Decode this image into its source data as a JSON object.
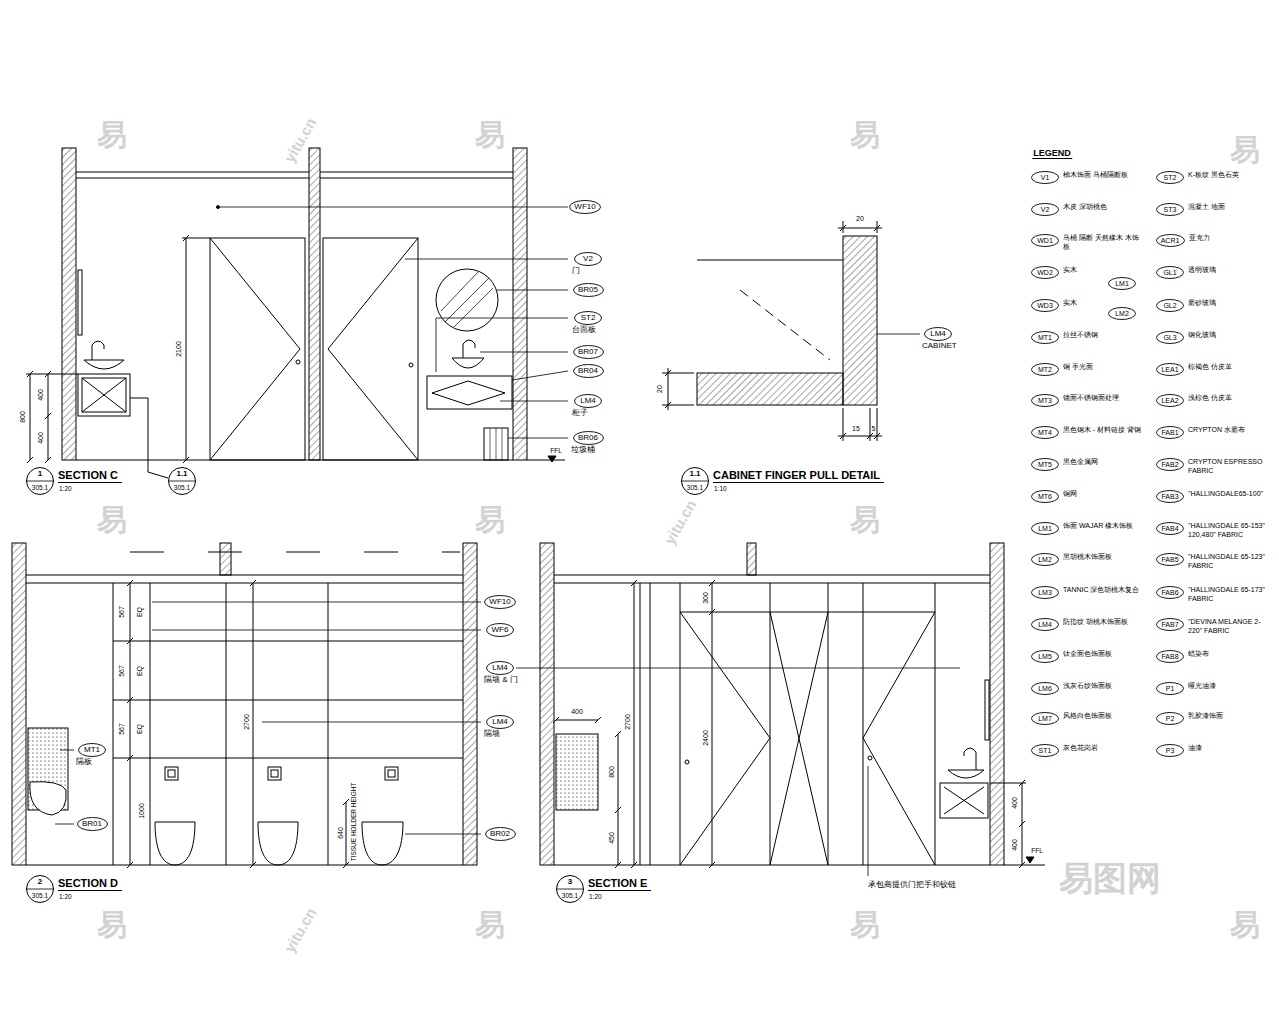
{
  "diagram": {
    "nodes": [
      {
        "text": [
          "WF10"
        ]
      },
      {
        "text": [
          "V2",
          "门"
        ]
      },
      {
        "text": [
          "BR05"
        ]
      },
      {
        "text": [
          "ST2",
          "台面板"
        ]
      },
      {
        "text": [
          "BR07"
        ]
      },
      {
        "text": [
          "BR04"
        ]
      },
      {
        "text": [
          "LM4",
          "柜子"
        ]
      },
      {
        "text": [
          "BR06",
          "垃圾桶"
        ]
      },
      {
        "text": [
          "1",
          "305.1",
          "SECTION C",
          "1:20"
        ]
      },
      {
        "text": [
          "1.1",
          "305.1"
        ]
      },
      {
        "text": [
          "LM4",
          "CABINET"
        ]
      },
      {
        "text": [
          "1.1",
          "305.1",
          "CABINET FINGER PULL DETAIL",
          "1:10"
        ]
      },
      {
        "text": [
          "WF10"
        ]
      },
      {
        "text": [
          "WF6"
        ]
      },
      {
        "text": [
          "LM4",
          "隔墙 & 门"
        ]
      },
      {
        "text": [
          "LM4",
          "隔墙"
        ]
      },
      {
        "text": [
          "MT1",
          "隔板"
        ]
      },
      {
        "text": [
          "BR01"
        ]
      },
      {
        "text": [
          "BR02"
        ]
      },
      {
        "text": [
          "2",
          "305.1",
          "SECTION D",
          "1:20"
        ]
      },
      {
        "text": [
          "3",
          "305.1",
          "SECTION E",
          "1:20"
        ]
      },
      {
        "text": [
          "V1",
          "柚木饰面 马桶隔断板"
        ]
      },
      {
        "text": [
          "V2",
          "木皮 深胡桃色"
        ]
      },
      {
        "text": [
          "WD1",
          "马桶 隔断 天然橡木 木饰板"
        ]
      },
      {
        "text": [
          "WD2",
          "实木"
        ]
      },
      {
        "text": [
          "WD3",
          "实木"
        ]
      },
      {
        "text": [
          "MT1",
          "拉丝不锈钢"
        ]
      },
      {
        "text": [
          "MT2",
          "铜 手光面"
        ]
      },
      {
        "text": [
          "MT3",
          "镜面不锈钢面处理"
        ]
      },
      {
        "text": [
          "MT4",
          "黑色钢木 - 材料链接 背钢"
        ]
      },
      {
        "text": [
          "MT5",
          "黑色金属网"
        ]
      },
      {
        "text": [
          "MT6",
          "铜网"
        ]
      },
      {
        "text": [
          "LM1",
          "饰面 WAJAR 橡木饰板"
        ]
      },
      {
        "text": [
          "LM2",
          "黑胡桃木饰面板"
        ]
      },
      {
        "text": [
          "LM3",
          "TANNIC 深色胡桃木复合"
        ]
      },
      {
        "text": [
          "LM4",
          "防指纹 胡桃木饰面板"
        ]
      },
      {
        "text": [
          "LM5",
          "钛金面色饰面板"
        ]
      },
      {
        "text": [
          "LM6",
          "浅灰石纹饰面板"
        ]
      },
      {
        "text": [
          "LM7",
          "风格白色饰面板"
        ]
      },
      {
        "text": [
          "ST1",
          "灰色花岗岩"
        ]
      },
      {
        "text": [
          "LM1"
        ]
      },
      {
        "text": [
          "LM2"
        ]
      },
      {
        "text": [
          "ST2",
          "K-板纹 黑色石英"
        ]
      },
      {
        "text": [
          "ST3",
          "混凝土 地面"
        ]
      },
      {
        "text": [
          "ACR1",
          "亚克力"
        ]
      },
      {
        "text": [
          "GL1",
          "透明玻璃"
        ]
      },
      {
        "text": [
          "GL2",
          "磨砂玻璃"
        ]
      },
      {
        "text": [
          "GL3",
          "钢化玻璃"
        ]
      },
      {
        "text": [
          "LEA1",
          "棕褐色 仿皮革"
        ]
      },
      {
        "text": [
          "LEA2",
          "浅棕色 仿皮革"
        ]
      },
      {
        "text": [
          "FAB1",
          "CRYPTON 水磨布"
        ]
      },
      {
        "text": [
          "FAB2",
          "CRYPTON ESPRESSO FABRIC"
        ]
      },
      {
        "text": [
          "FAB3",
          "\"HALLINGDALE65-100\""
        ]
      },
      {
        "text": [
          "FAB4",
          "\"HALLINGDALE 65-153\" 120,480\" FABRIC"
        ]
      },
      {
        "text": [
          "FAB5",
          "\"HALLINGDALE 65-123\" FABRIC"
        ]
      },
      {
        "text": [
          "FAB6",
          "\"HALLINGDALE 65-173\" FABRIC"
        ]
      },
      {
        "text": [
          "FAB7",
          "\"DEVINA MELANGE 2-220\" FABRIC"
        ]
      },
      {
        "text": [
          "FAB8",
          "蜡染布"
        ]
      },
      {
        "text": [
          "P1",
          "哑光油漆"
        ]
      },
      {
        "text": [
          "P2",
          "乳胶漆饰面"
        ]
      },
      {
        "text": [
          "P3",
          "油漆"
        ]
      }
    ],
    "labels": [
      "2100",
      "800",
      "400",
      "400",
      "FFL",
      "20",
      "20",
      "15",
      "5",
      "567",
      "EQ",
      "567",
      "EQ",
      "567",
      "EQ",
      "1000",
      "2700",
      "640",
      "TISSUE HOLDER HEIGHT",
      "400",
      "2700",
      "300",
      "2400",
      "800",
      "450",
      "400",
      "400",
      "FFL",
      "承包商提供门把手和铰链",
      "LEGEND",
      "易",
      "易",
      "易",
      "易",
      "易",
      "易",
      "易",
      "易",
      "易",
      "易",
      "易",
      "易图网",
      "yitu.cn",
      "yitu.cn",
      "yitu.cn"
    ]
  }
}
